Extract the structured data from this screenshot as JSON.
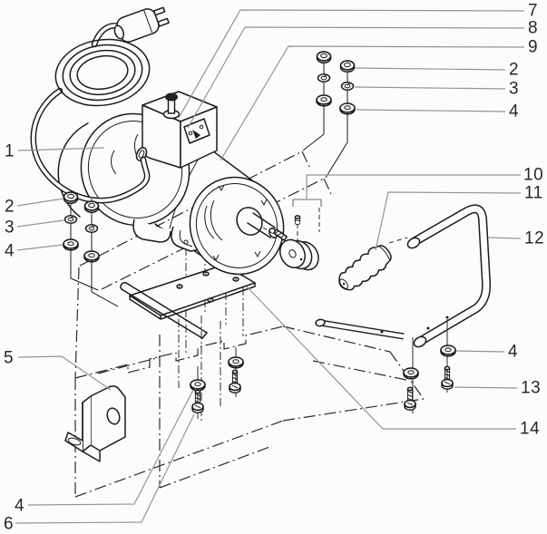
{
  "figure": {
    "kind": "exploded-parts-diagram",
    "background": "#fcfcfb",
    "art_line_color": "#1b1b1b",
    "leader_line_color": "#949494",
    "label_color": "#24272c"
  },
  "callouts": {
    "c1": "1",
    "c2l": "2",
    "c3l": "3",
    "c4l": "4",
    "c5": "5",
    "c4b": "4",
    "c6": "6",
    "c7": "7",
    "c8": "8",
    "c9": "9",
    "c2r": "2",
    "c3r": "3",
    "c4r": "4",
    "c10": "10",
    "c11": "11",
    "c12": "12",
    "c4m": "4",
    "c13": "13",
    "c14": "14"
  }
}
